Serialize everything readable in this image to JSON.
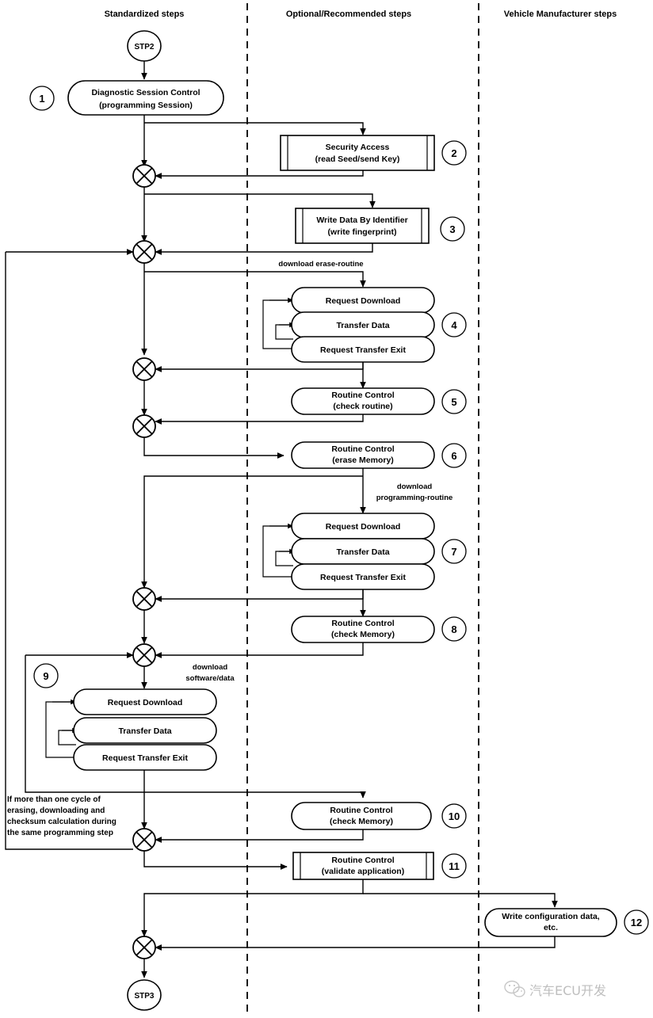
{
  "lanes": [
    {
      "id": "standardized",
      "title": "Standardized steps"
    },
    {
      "id": "optional",
      "title": "Optional/Recommended steps"
    },
    {
      "id": "vehicle",
      "title": "Vehicle Manufacturer steps"
    }
  ],
  "terminators": {
    "start": "STP2",
    "end": "STP3"
  },
  "nodes": [
    {
      "id": "n1",
      "num": "1",
      "line1": "Diagnostic Session Control",
      "line2": "(programming Session)",
      "shape": "rounded",
      "lane": "standardized"
    },
    {
      "id": "n2",
      "num": "2",
      "line1": "Security Access",
      "line2": "(read Seed/send Key)",
      "shape": "subroutine",
      "lane": "optional"
    },
    {
      "id": "n3",
      "num": "3",
      "line1": "Write Data By Identifier",
      "line2": "(write fingerprint)",
      "shape": "subroutine",
      "lane": "optional"
    },
    {
      "id": "n4a",
      "num": "",
      "line1": "Request Download",
      "line2": "",
      "shape": "rounded",
      "lane": "optional"
    },
    {
      "id": "n4b",
      "num": "4",
      "line1": "Transfer Data",
      "line2": "",
      "shape": "rounded",
      "lane": "optional"
    },
    {
      "id": "n4c",
      "num": "",
      "line1": "Request Transfer Exit",
      "line2": "",
      "shape": "rounded",
      "lane": "optional"
    },
    {
      "id": "n5",
      "num": "5",
      "line1": "Routine Control",
      "line2": "(check routine)",
      "shape": "rounded",
      "lane": "optional"
    },
    {
      "id": "n6",
      "num": "6",
      "line1": "Routine Control",
      "line2": "(erase Memory)",
      "shape": "rounded",
      "lane": "optional"
    },
    {
      "id": "n7a",
      "num": "",
      "line1": "Request Download",
      "line2": "",
      "shape": "rounded",
      "lane": "optional"
    },
    {
      "id": "n7b",
      "num": "7",
      "line1": "Transfer Data",
      "line2": "",
      "shape": "rounded",
      "lane": "optional"
    },
    {
      "id": "n7c",
      "num": "",
      "line1": "Request Transfer Exit",
      "line2": "",
      "shape": "rounded",
      "lane": "optional"
    },
    {
      "id": "n8",
      "num": "8",
      "line1": "Routine Control",
      "line2": "(check Memory)",
      "shape": "rounded",
      "lane": "optional"
    },
    {
      "id": "n9a",
      "num": "",
      "line1": "Request Download",
      "line2": "",
      "shape": "rounded",
      "lane": "standardized"
    },
    {
      "id": "n9b",
      "num": "9",
      "line1": "Transfer Data",
      "line2": "",
      "shape": "rounded",
      "lane": "standardized"
    },
    {
      "id": "n9c",
      "num": "",
      "line1": "Request Transfer Exit",
      "line2": "",
      "shape": "rounded",
      "lane": "standardized"
    },
    {
      "id": "n10",
      "num": "10",
      "line1": "Routine Control",
      "line2": "(check Memory)",
      "shape": "rounded",
      "lane": "optional"
    },
    {
      "id": "n11",
      "num": "11",
      "line1": "Routine Control",
      "line2": "(validate application)",
      "shape": "subroutine",
      "lane": "optional"
    },
    {
      "id": "n12",
      "num": "12",
      "line1": "Write configuration data,",
      "line2": "etc.",
      "shape": "rounded",
      "lane": "vehicle"
    }
  ],
  "edge_labels": {
    "erase_routine": "download erase-routine",
    "programming_routine_l1": "download",
    "programming_routine_l2": "programming-routine",
    "software_data_l1": "download",
    "software_data_l2": "software/data"
  },
  "note": {
    "line1": "If more than one cycle of",
    "line2": "erasing, downloading and",
    "line3": "checksum calculation during",
    "line4": "the same programming step"
  },
  "watermark": {
    "text": "汽车ECU开发",
    "icon": "wechat-icon"
  },
  "colors": {
    "stroke": "#000000",
    "fill": "#ffffff",
    "background": "#ffffff",
    "watermark": "#8a8a8a"
  }
}
